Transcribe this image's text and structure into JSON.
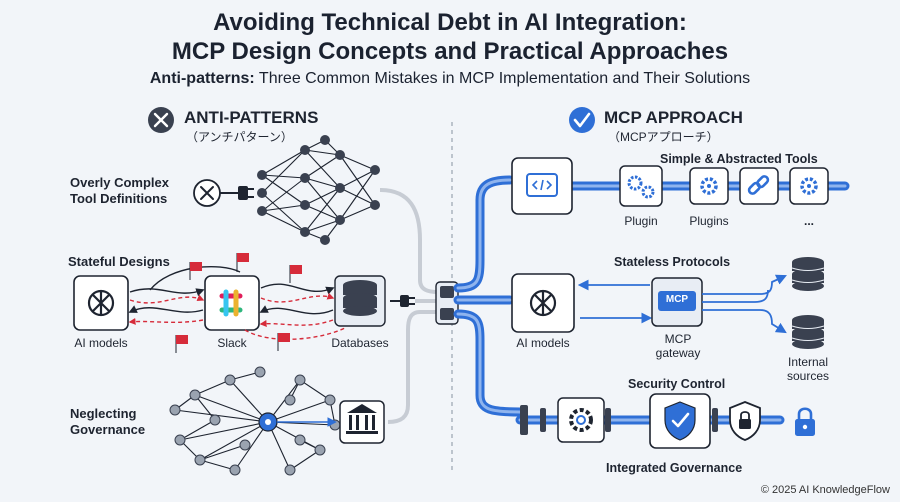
{
  "title": {
    "line1": "Avoiding Technical Debt in AI Integration:",
    "line2": "MCP Design Concepts and Practical Approaches"
  },
  "subtitle": {
    "bold": "Anti-patterns:",
    "rest": " Three Common Mistakes in MCP Implementation and Their Solutions"
  },
  "left": {
    "heading": "ANTI-PATTERNS",
    "heading_jp": "（アンチパターン）",
    "items": [
      {
        "label_l1": "Overly Complex",
        "label_l2": "Tool Definitions"
      },
      {
        "label": "Stateful Designs"
      },
      {
        "label_l1": "Neglecting",
        "label_l2": "Governance"
      }
    ],
    "nodes": {
      "ai_models": "AI models",
      "slack": "Slack",
      "databases": "Databases"
    }
  },
  "right": {
    "heading": "MCP APPROACH",
    "heading_jp": "（MCPアプローチ）",
    "sections": {
      "tools": "Simple & Abstracted Tools",
      "stateless": "Stateless Protocols",
      "security": "Security Control",
      "governance": "Integrated Governance"
    },
    "nodes": {
      "plugin": "Plugin",
      "plugins": "Plugins",
      "ellipsis": "...",
      "ai_models": "AI models",
      "mcp_box": "MCP",
      "mcp_gateway_l1": "MCP",
      "mcp_gateway_l2": "gateway",
      "internal_l1": "Internal",
      "internal_l2": "sources"
    }
  },
  "footer": {
    "copyright": "© 2025 AI KnowledgeFlow"
  },
  "colors": {
    "blue": "#2f6fd6",
    "dark": "#1e2430",
    "red": "#d62b3a",
    "panel": "#e8edf4"
  }
}
